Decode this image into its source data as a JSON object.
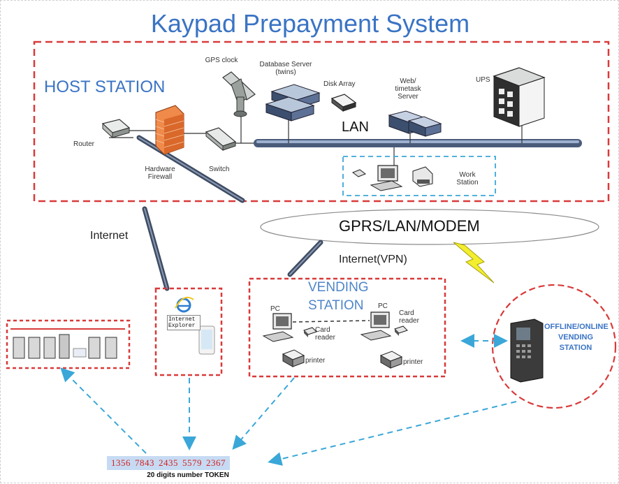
{
  "title": "Kaypad Prepayment System",
  "host_station": {
    "title": "HOST STATION",
    "devices": {
      "gps_clock": "GPS clock",
      "database_server": "Database Server (twins)",
      "disk_array": "Disk Array",
      "web_server": "Web/ timetask Server",
      "ups": "UPS",
      "router": "Router",
      "firewall": "Hardware Firewall",
      "switch": "Switch",
      "lan": "LAN",
      "work_station": "Work Station"
    }
  },
  "network_label": "GPRS/LAN/MODEM",
  "internet_label": "Internet",
  "internet_vpn_label": "Internet(VPN)",
  "vending_station": {
    "title": "VENDING STATION",
    "pc_left": "PC",
    "pc_right": "PC",
    "card_reader_left": "Card reader",
    "card_reader_right": "Card reader",
    "printer_left": "printer",
    "printer_right": "printer"
  },
  "browser_box": {
    "ie_text": "Internet Explorer"
  },
  "offline_station": "OFFLINE/ONLINE VENDING STATION",
  "token": {
    "digits": [
      "1356",
      "7843",
      "2435",
      "5579",
      "2367"
    ],
    "caption": "20 digits number TOKEN"
  },
  "colors": {
    "title_blue": "#3a74c4",
    "frame_red": "#d93a3a",
    "dashed_cyan": "#3aa7d8",
    "lan_bar": "#4a5b7a",
    "token_red": "#d42020"
  }
}
